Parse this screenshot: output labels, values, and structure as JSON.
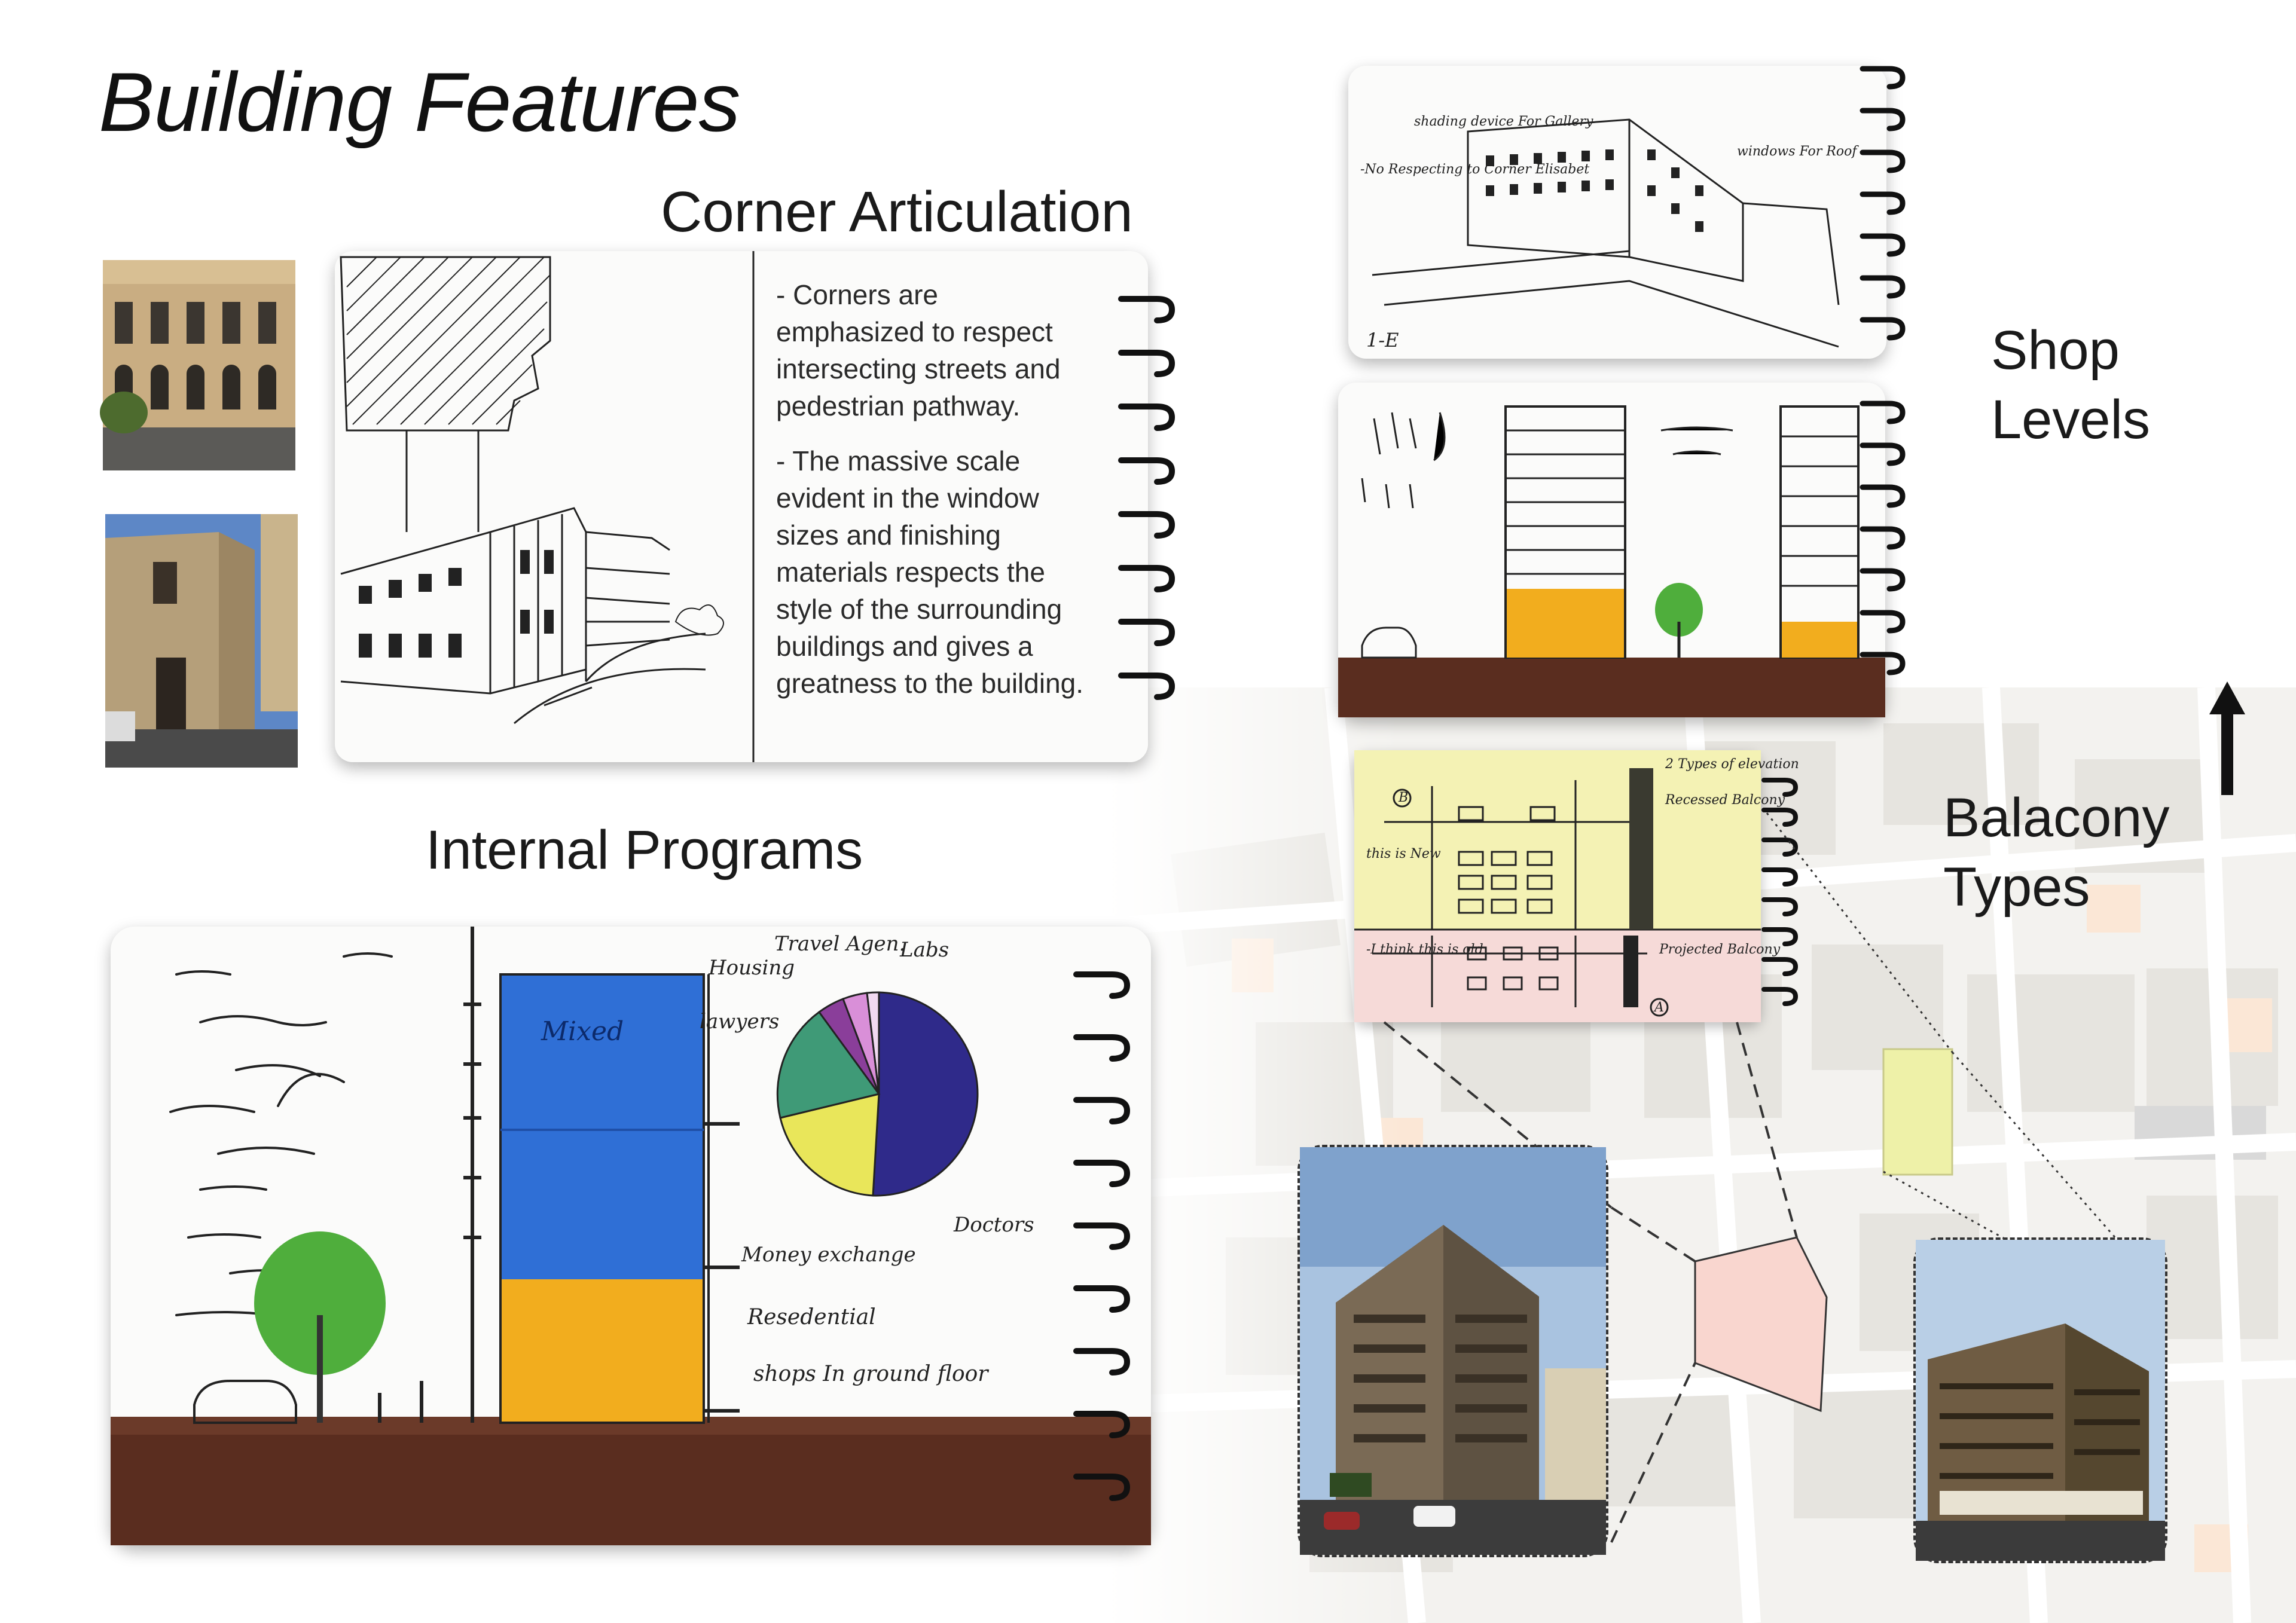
{
  "page": {
    "title": "Building Features"
  },
  "corner_articulation": {
    "heading": "Corner Articulation",
    "paragraphs": [
      "- Corners are emphasized to respect intersecting streets and pedestrian pathway.",
      "- The massive scale evident in the window sizes and finishing materials respects the style of the surrounding buildings and gives a greatness to the building."
    ]
  },
  "internal_programs": {
    "heading": "Internal Programs",
    "sketch_labels": {
      "mixed": "Mixed",
      "residential": "Resedential",
      "shops": "shops In ground floor"
    },
    "pie_labels": [
      "Housing",
      "Travel Agen.",
      "Labs",
      "lawyers",
      "Money exchange",
      "Doctors"
    ],
    "pie_colors": [
      "#2f2a8a",
      "#e9e65a",
      "#3f9a77",
      "#8a3e9a",
      "#d98fd8",
      "#f1d9f1"
    ]
  },
  "shop_levels": {
    "heading": "Shop Levels",
    "sketch_labels": {
      "shading": "shading device For Gallery",
      "no_respect": "-No Respecting to Corner Elisabet",
      "windows": "windows For Roof",
      "tag": "1-E"
    }
  },
  "balcony_types": {
    "heading": "Balacony Types",
    "sketch_labels": {
      "two_types": "2 Types of elevation",
      "recessed": "Recessed Balcony",
      "new": "this is New",
      "old": "-I think this is old",
      "projected": "Projected Balcony",
      "b": "B",
      "a": "A"
    },
    "colors": {
      "yellow": "#f4f2b4",
      "pink": "#f6dad8",
      "plot_yellow": "#eef1a8",
      "plot_pink": "#f9d6cf"
    }
  },
  "icons": [
    "north-arrow-icon",
    "spiral-binding-icon"
  ]
}
